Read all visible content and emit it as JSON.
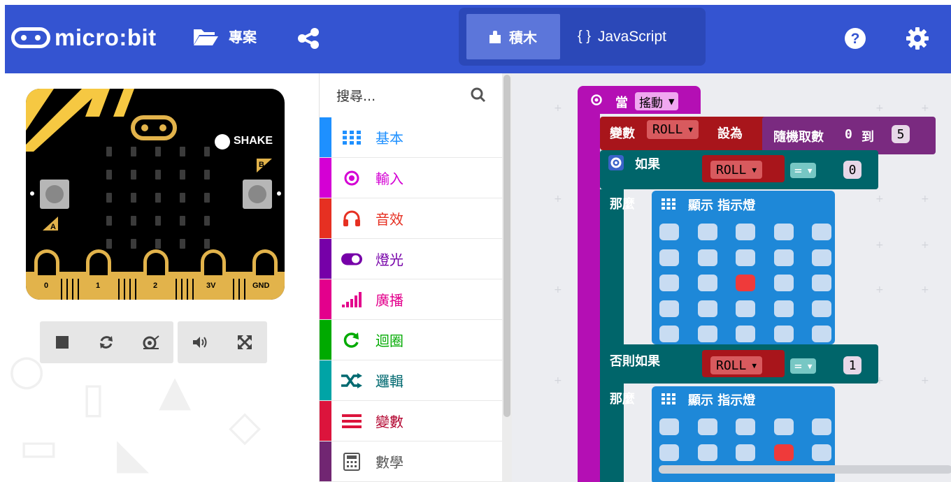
{
  "header": {
    "logo_text": "micro:bit",
    "projects_label": "專案",
    "share_icon": "share-icon",
    "tabs": [
      {
        "label": "積木",
        "active": true,
        "icon": "puzzle-icon"
      },
      {
        "label": "JavaScript",
        "active": false,
        "icon": "braces-icon",
        "prefix": "{ }"
      }
    ],
    "help_icon": "help-icon",
    "settings_icon": "gear-icon",
    "bar_color": "#3454d1"
  },
  "simulator": {
    "shake_label": "SHAKE",
    "button_a": "A",
    "button_b": "B",
    "pins": [
      "0",
      "1",
      "2",
      "3V",
      "GND"
    ],
    "controls": [
      "stop-icon",
      "restart-icon",
      "slow-motion-icon",
      "sound-icon",
      "fullscreen-icon"
    ]
  },
  "toolbox": {
    "search_placeholder": "搜尋...",
    "categories": [
      {
        "label": "基本",
        "color": "#1e90ff",
        "icon": "grid-icon"
      },
      {
        "label": "輸入",
        "color": "#d400d4",
        "icon": "target-icon"
      },
      {
        "label": "音效",
        "color": "#e63022",
        "icon": "headphones-icon"
      },
      {
        "label": "燈光",
        "color": "#7600a8",
        "icon": "toggle-icon"
      },
      {
        "label": "廣播",
        "color": "#e3008c",
        "icon": "signal-bars-icon"
      },
      {
        "label": "迴圈",
        "color": "#00aa00",
        "icon": "loop-icon"
      },
      {
        "label": "邏輯",
        "color": "#00a4a6",
        "icon": "shuffle-icon"
      },
      {
        "label": "變數",
        "color": "#dc143c",
        "icon": "lines-icon"
      },
      {
        "label": "數學",
        "color": "#9400d3",
        "icon": "calculator-icon"
      }
    ]
  },
  "workspace": {
    "event_block": {
      "label": "當",
      "dropdown": "搖動"
    },
    "set_block": {
      "label": "變數",
      "variable": "ROLL",
      "set_label": "設為",
      "random_label": "隨機取數",
      "from": "0",
      "to_label": "到",
      "to": "5"
    },
    "if_block": {
      "if_label": "如果",
      "variable": "ROLL",
      "operator": "=",
      "value": "0",
      "then_label": "那麼"
    },
    "show_leds_label": "顯示 指示燈",
    "leds_1": [
      [
        0,
        0,
        0,
        0,
        0
      ],
      [
        0,
        0,
        0,
        0,
        0
      ],
      [
        0,
        0,
        1,
        0,
        0
      ],
      [
        0,
        0,
        0,
        0,
        0
      ],
      [
        0,
        0,
        0,
        0,
        0
      ]
    ],
    "elseif_block": {
      "label": "否則如果",
      "variable": "ROLL",
      "operator": "=",
      "value": "1",
      "then_label": "那麼"
    },
    "leds_2": [
      [
        0,
        0,
        0,
        0,
        0
      ],
      [
        0,
        0,
        0,
        1,
        0
      ]
    ]
  }
}
